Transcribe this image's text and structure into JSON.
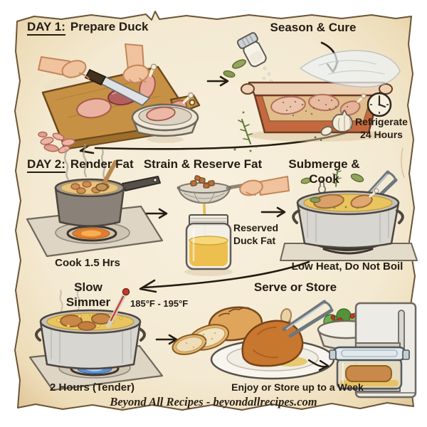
{
  "colors": {
    "paper": "#f4ead3",
    "paper_edge": "#dfc094",
    "ink": "#241c13",
    "outline_brown": "#3a2f24",
    "fat_gold": "#eac55f",
    "terracotta": "#c4693f",
    "cutting_board_wood": "#c79145",
    "flame_orange": "#e07f2e",
    "flame_blue": "#5d90d6",
    "duck_meat_pink": "#ecb7a5",
    "cooked_duck_brown": "#c8772f"
  },
  "icons": {
    "clock": "clock-icon (analog clock outline)",
    "arrow": "hand-drawn-arrow-icon",
    "steam": "steam-lines-icon",
    "thermometer": "thermometer-icon",
    "salt_shaker": "salt-shaker-icon"
  },
  "day1": {
    "label": "DAY 1:",
    "prepare_title": "Prepare Duck",
    "season_title": "Season & Cure",
    "refrigerate_line1": "Refrigerate",
    "refrigerate_line2": "24 Hours"
  },
  "day2": {
    "label": "DAY 2:",
    "render_title": "Render Fat",
    "render_note": "Cook 1.5 Hrs",
    "strain_title": "Strain & Reserve Fat",
    "jar_line1": "Reserved",
    "jar_line2": "Duck Fat",
    "submerge_title": "Submerge & Cook",
    "submerge_note": "Low Heat, Do Not Boil"
  },
  "finish": {
    "simmer_title": "Slow Simmer",
    "temperature": "185°F - 195°F",
    "simmer_note": "2 Hours (Tender)",
    "serve_title": "Serve or Store",
    "serve_note": "Enjoy or Store up to a Week"
  },
  "footer": {
    "brand": "Beyond All Recipes - beyondallrecipes.com"
  }
}
